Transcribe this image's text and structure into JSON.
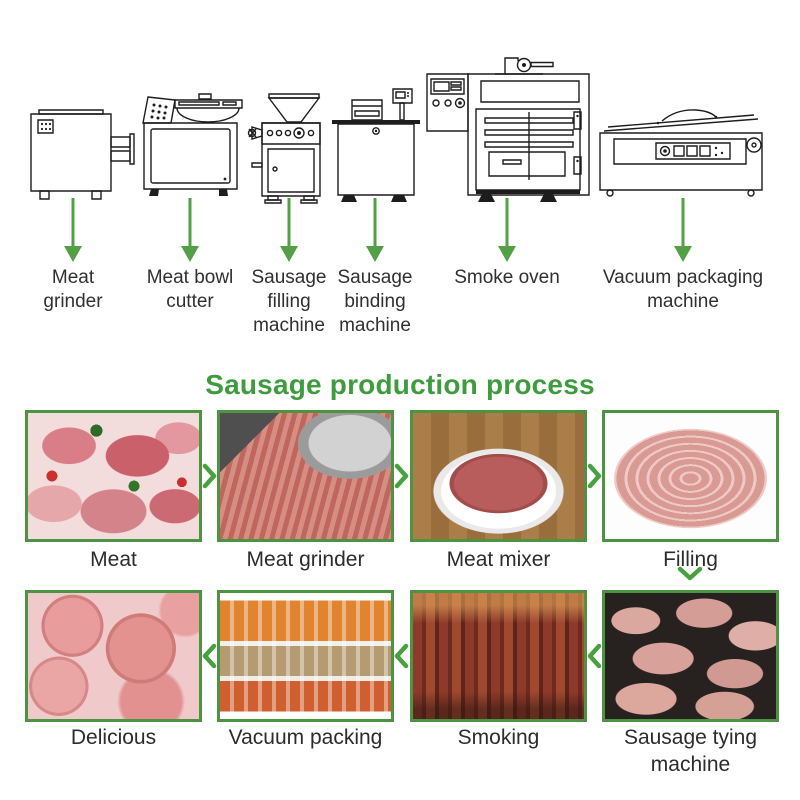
{
  "colors": {
    "accent_green": "#3f9c3e",
    "photo_border_green": "#4c9342",
    "arrow_green": "#529f46",
    "text_dark": "#303030"
  },
  "machines": [
    {
      "name": "meat-grinder",
      "label": "Meat grinder"
    },
    {
      "name": "meat-bowl-cutter",
      "label": "Meat bowl cutter"
    },
    {
      "name": "sausage-filling-machine",
      "label": "Sausage filling machine"
    },
    {
      "name": "sausage-binding-machine",
      "label": "Sausage binding machine"
    },
    {
      "name": "smoke-oven",
      "label": "Smoke oven"
    },
    {
      "name": "vacuum-packaging-machine",
      "label": "Vacuum packaging machine"
    }
  ],
  "process": {
    "title": "Sausage production process",
    "steps_row1": [
      {
        "label": "Meat"
      },
      {
        "label": "Meat grinder"
      },
      {
        "label": "Meat mixer"
      },
      {
        "label": "Filling"
      }
    ],
    "steps_row2": [
      {
        "label": "Delicious"
      },
      {
        "label": "Vacuum packing"
      },
      {
        "label": "Smoking"
      },
      {
        "label": "Sausage tying machine"
      }
    ]
  }
}
